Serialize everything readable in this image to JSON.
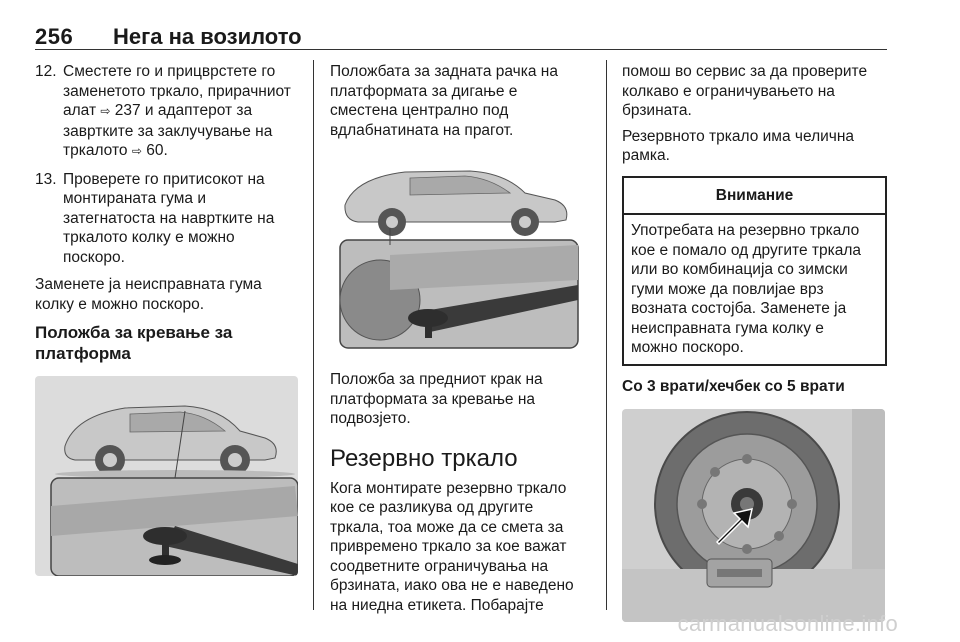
{
  "header": {
    "page_number": "256",
    "section": "Нега на возилото"
  },
  "col1": {
    "item12_num": "12.",
    "item12_line1": "Сместете го и прицврстете го",
    "item12_line2": "заменетото тркало, прирачниот",
    "item12_line3a": "алат",
    "item12_ref1_arrow": "⇨",
    "item12_line3b": "237 и адаптерот за",
    "item12_line4": "завртките за заклучување на",
    "item12_line5a": "тркалото",
    "item12_ref2_arrow": "⇨",
    "item12_line5b": "60.",
    "item13_num": "13.",
    "item13_line1": "Проверете го притисокот на",
    "item13_line2": "монтираната гума и",
    "item13_line3": "затегнатоста на навртките на",
    "item13_line4": "тркалото колку е можно",
    "item13_line5": "поскоро.",
    "para1_line1": "Заменете ја неисправната гума",
    "para1_line2": "колку е можно поскоро.",
    "heading_line1": "Положба за кревање за",
    "heading_line2": "платформа"
  },
  "col2": {
    "p1_line1": "Положбата за задната рачка на",
    "p1_line2": "платформата за дигање е",
    "p1_line3": "сместена централно под",
    "p1_line4": "вдлабнатината на прагот.",
    "p2_line1": "Положба за предниот крак на",
    "p2_line2": "платформата за кревање на",
    "p2_line3": "подвозјето.",
    "heading": "Резервно тркало",
    "p3_line1": "Кога монтирате резервно тркало",
    "p3_line2": "кое се разликува од другите",
    "p3_line3": "тркала, тоа може да се смета за",
    "p3_line4": "привремено тркало за кое важат",
    "p3_line5": "соодветните ограничувања на",
    "p3_line6": "брзината, иако ова не е наведено",
    "p3_line7": "на ниедна етикета. Побарајте"
  },
  "col3": {
    "p1_line1": "помош во сервис за да проверите",
    "p1_line2": "колкаво е ограничувањето на",
    "p1_line3": "брзината.",
    "p2_line1": "Резервното тркало има челична",
    "p2_line2": "рамка.",
    "note_title": "Внимание",
    "note_line1": "Употребата на резервно тркало",
    "note_line2": "кое е помало од другите тркала",
    "note_line3": "или во комбинација со зимски",
    "note_line4": "гуми може да повлијае врз",
    "note_line5": "возната состојба. Заменете ја",
    "note_line6": "неисправната гума колку е",
    "note_line7": "можно поскоро.",
    "heading": "Со 3 врати/хечбек со 5 врати"
  },
  "watermark": "carmanualsonline.info",
  "colors": {
    "text": "#1a1a1a",
    "rule": "#333333",
    "figure_bg": "#d9d9d9"
  }
}
